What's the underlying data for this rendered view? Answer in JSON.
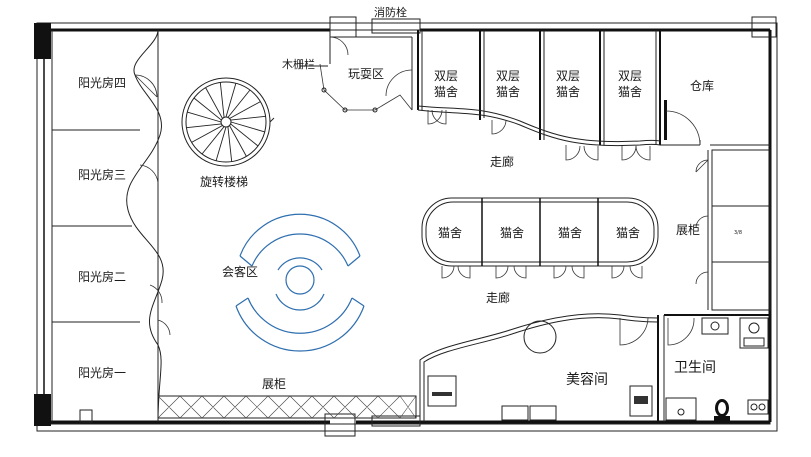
{
  "labels": {
    "fire_hydrant": "消防栓",
    "wood_fence": "木栅栏",
    "play_area": "玩耍区",
    "double_cat_house": "双层\n猫舍",
    "warehouse": "仓库",
    "sunroom_4": "阳光房四",
    "sunroom_3": "阳光房三",
    "sunroom_2": "阳光房二",
    "sunroom_1": "阳光房一",
    "spiral_stairs": "旋转楼梯",
    "corridor": "走廊",
    "cat_house": "猫舍",
    "display_cabinet": "展柜",
    "reception": "会客区",
    "grooming_room": "美容间",
    "restroom": "卫生间"
  }
}
